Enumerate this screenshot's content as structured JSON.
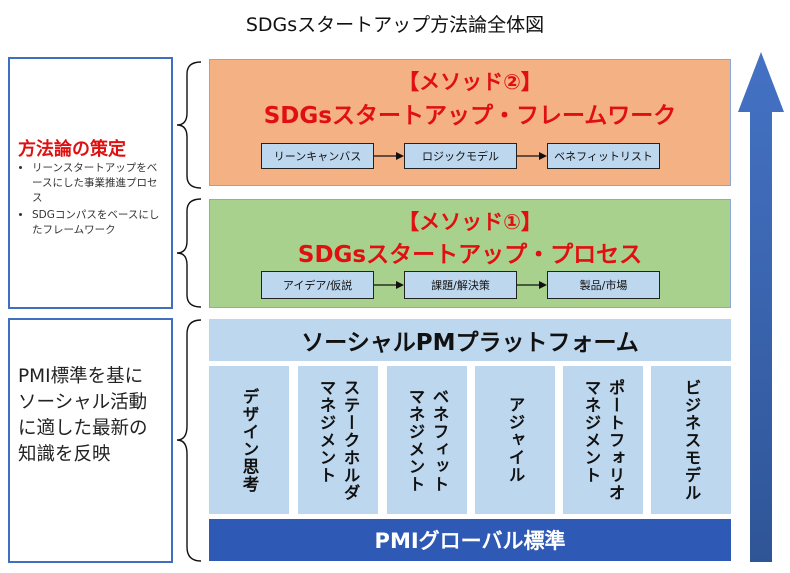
{
  "title": "SDGsスタートアップ方法論全体図",
  "left_top": {
    "heading": "方法論の策定",
    "bullets": [
      "リーンスタートアップをベースにした事業推進プロセス",
      "SDGコンパスをベースにしたフレームワーク"
    ]
  },
  "left_bottom": {
    "lines": [
      "PMI標準を基に",
      "ソーシャル活動",
      "に適した最新の",
      "知識を反映"
    ]
  },
  "method2": {
    "label": "【メソッド②】",
    "name": "SDGsスタートアップ・フレームワーク",
    "steps": [
      "リーンキャンバス",
      "ロジックモデル",
      "ベネフィットリスト"
    ]
  },
  "method1": {
    "label": "【メソッド①】",
    "name": "SDGsスタートアップ・プロセス",
    "steps": [
      "アイデア/仮説",
      "課題/解決策",
      "製品/市場"
    ]
  },
  "platform": {
    "title": "ソーシャルPMプラットフォーム",
    "columns": [
      "デザイン思考",
      "ステークホルダ\nマネジメント",
      "ベネフィット\nマネジメント",
      "アジャイル",
      "ポートフォリオ\nマネジメント",
      "ビジネスモデル"
    ]
  },
  "foundation": "PMIグローバル標準",
  "colors": {
    "orange_panel": "#f4b183",
    "green_panel": "#a9d18e",
    "light_blue": "#bdd7ee",
    "dark_blue": "#2e59b5",
    "accent_red": "#e01010",
    "arrow_blue": "#4472c4"
  },
  "icons": [
    "brace-icon",
    "flow-arrow-icon",
    "up-arrow-icon"
  ]
}
